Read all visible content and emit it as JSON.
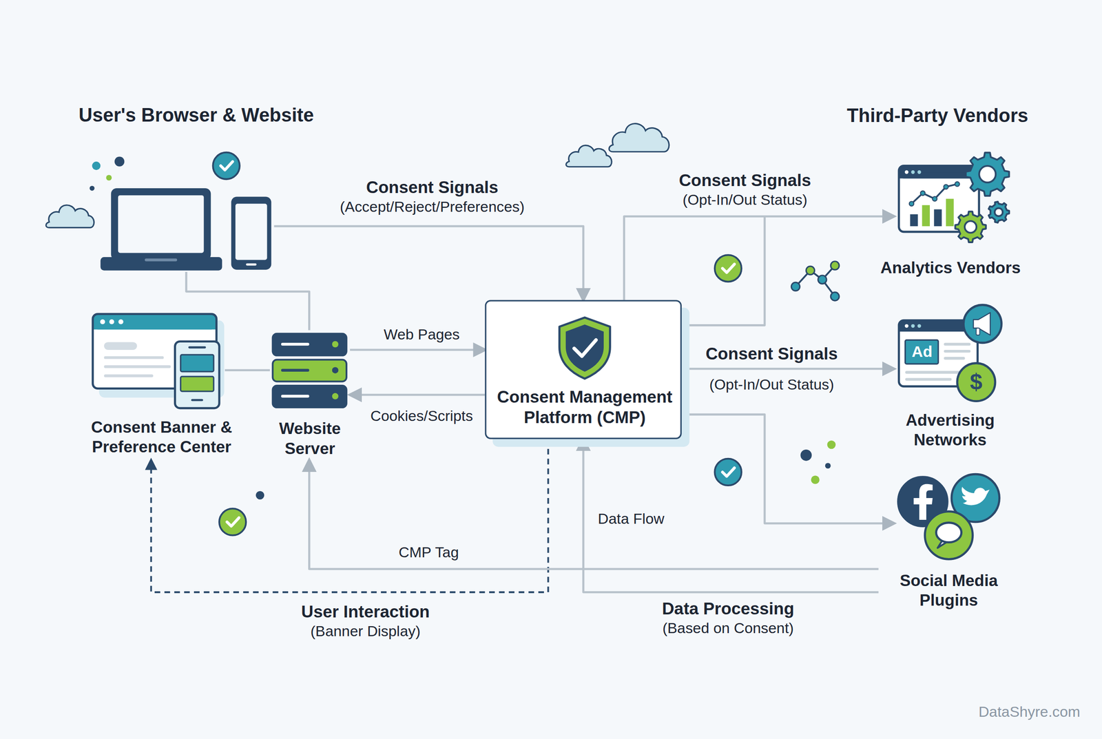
{
  "diagram": {
    "nodes": [
      {
        "text": [
          "User's Browser & Website"
        ]
      },
      {
        "text": [
          "Consent Banner & Preference Center"
        ]
      },
      {
        "text": [
          "Website Server"
        ]
      },
      {
        "text": [
          "Consent Management Platform (CMP)"
        ]
      },
      {
        "text": [
          "Analytics Vendors"
        ]
      },
      {
        "text": [
          "Advertising Networks"
        ]
      },
      {
        "text": [
          "Social Media Plugins"
        ]
      }
    ],
    "edges": [
      {
        "from": 0,
        "to": 3,
        "label": "Consent Signals",
        "arrow": "to"
      },
      {
        "from": 0,
        "to": 2,
        "arrow": "none"
      },
      {
        "from": 1,
        "to": 2,
        "arrow": "none"
      },
      {
        "from": 2,
        "to": 3,
        "label": "Web Pages",
        "arrow": "to"
      },
      {
        "from": 3,
        "to": 2,
        "label": "Cookies/Scripts",
        "arrow": "to"
      },
      {
        "from": 3,
        "to": 4,
        "label": "Consent Signals",
        "arrow": "to"
      },
      {
        "from": 3,
        "to": 5,
        "label": "Consent Signals",
        "arrow": "to"
      },
      {
        "from": 3,
        "to": 6,
        "arrow": "to"
      },
      {
        "from": 3,
        "to": 1,
        "label": "User Interaction",
        "arrow": "to"
      },
      {
        "from": 6,
        "to": 2,
        "label": "CMP Tag",
        "arrow": "to"
      },
      {
        "from": 6,
        "to": 3,
        "label": "Data Processing",
        "arrow": "to"
      }
    ],
    "labels": [
      "Third-Party Vendors",
      "(Accept/Reject/Preferences)",
      "(Opt-In/Out Status)",
      "(Opt-In/Out Status)",
      "Data Flow",
      "(Based on Consent)",
      "(Banner Display)",
      "Ad",
      "$",
      "DataShyre.com"
    ]
  }
}
